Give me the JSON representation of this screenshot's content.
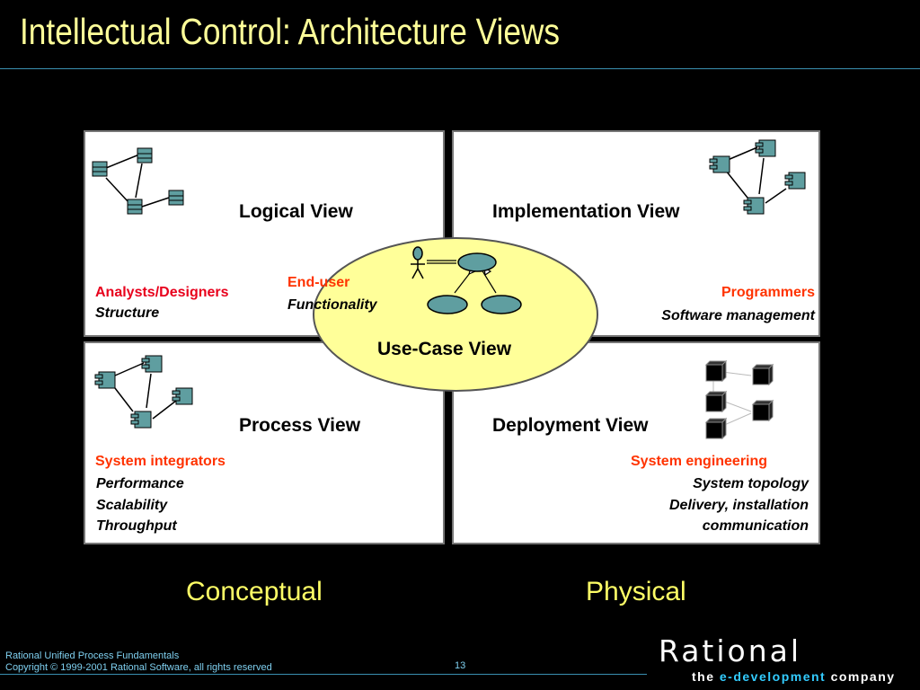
{
  "slide": {
    "title": "Intellectual Control: Architecture Views",
    "page_number": "13"
  },
  "views": {
    "logical": {
      "title": "Logical View",
      "role": "Analysts/Designers",
      "lines": [
        "Structure"
      ]
    },
    "implementation": {
      "title": "Implementation View",
      "role": "Programmers",
      "lines": [
        "Software management"
      ]
    },
    "process": {
      "title": "Process View",
      "role": "System integrators",
      "lines": [
        "Performance",
        "Scalability",
        "Throughput"
      ]
    },
    "deployment": {
      "title": "Deployment View",
      "role": "System engineering",
      "lines": [
        "System topology",
        "Delivery, installation",
        "communication"
      ]
    },
    "use_case": {
      "title": "Use-Case View",
      "role": "End-user",
      "lines": [
        "Functionality"
      ]
    }
  },
  "bottom_labels": {
    "conceptual": "Conceptual",
    "physical": "Physical"
  },
  "footer": {
    "line1": "Rational Unified Process Fundamentals",
    "line2": "Copyright © 1999-2001 Rational Software, all rights reserved",
    "logo_text": "Rational",
    "tagline_prefix": "the ",
    "tagline_highlight": "e-development",
    "tagline_suffix": " company"
  },
  "colors": {
    "background": "#000000",
    "title": "#ffff99",
    "role_red": "#e8001c",
    "role_orange": "#ff3300",
    "ellipse_fill": "#ffff99",
    "icon_fill": "#5f9ea0"
  },
  "icons": [
    "class-icon",
    "component-icon",
    "node-icon",
    "actor-icon",
    "use-case-icon"
  ]
}
